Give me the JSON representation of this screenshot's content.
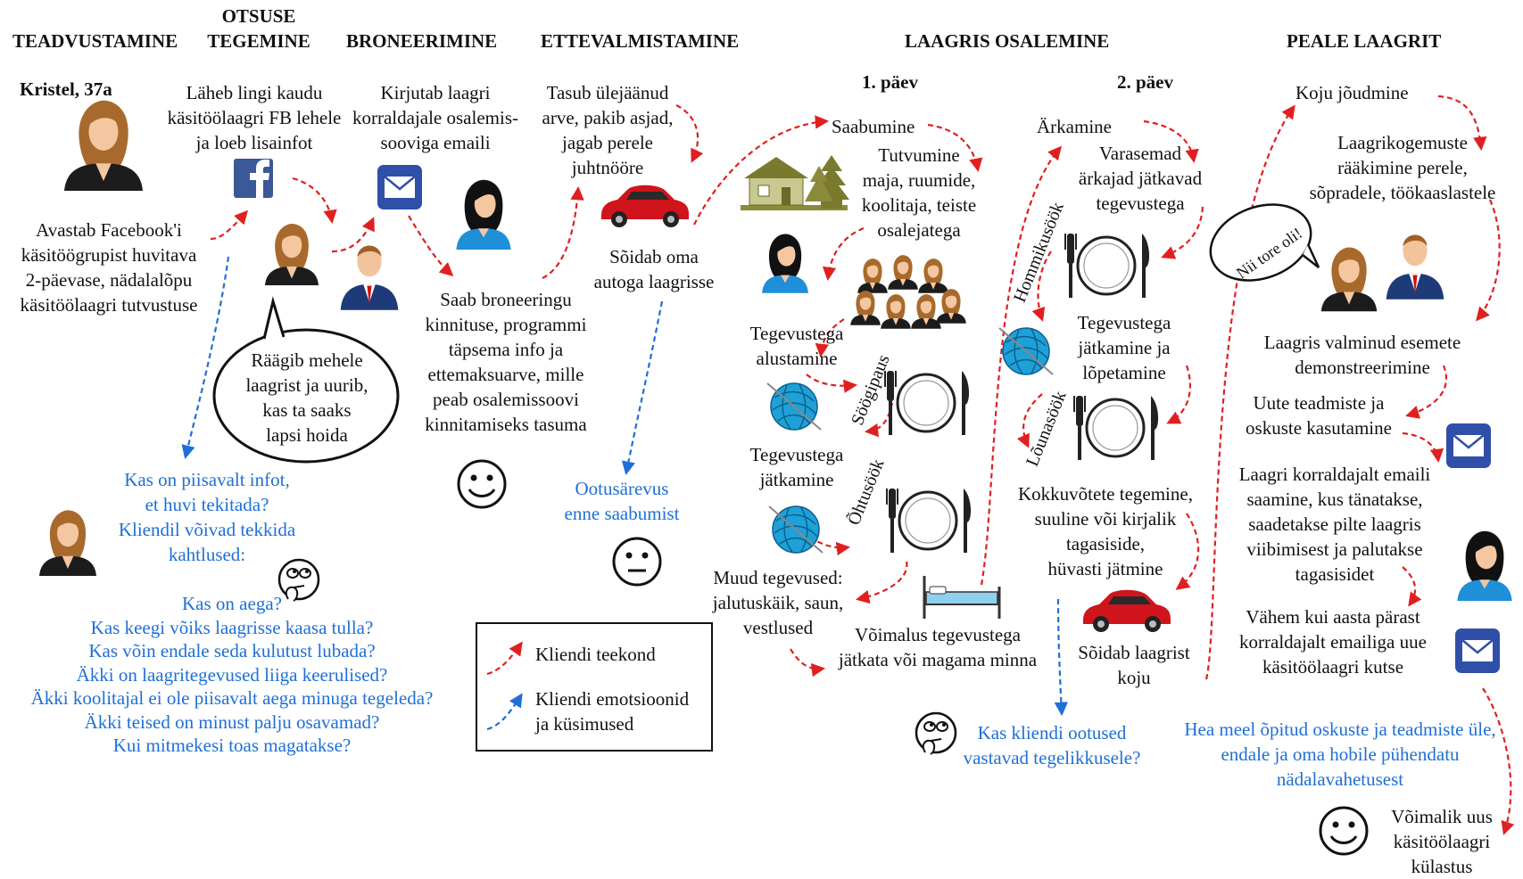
{
  "headers": {
    "awareness": "TEADVUSTAMINE",
    "decision_line1": "OTSUSE",
    "decision_line2": "TEGEMINE",
    "booking": "BRONEERIMINE",
    "preparation": "ETTEVALMISTAMINE",
    "camp": "LAAGRIS OSALEMINE",
    "after": "PEALE LAAGRIT",
    "day1": "1. päev",
    "day2": "2. päev"
  },
  "persona": "Kristel, 37a",
  "awareness": {
    "text": [
      "Avastab Facebook'i",
      "käsitöögrupist huvitava",
      "2-päevase, nädalalõpu",
      "käsitöölaagri tutvustuse"
    ],
    "questions_intro": [
      "Kas on piisavalt infot,",
      "et huvi tekitada?",
      "Kliendil võivad tekkida",
      "kahtlused:"
    ],
    "questions": [
      "Kas on aega?",
      "Kas keegi võiks laagrisse kaasa tulla?",
      "Kas võin endale seda kulutust lubada?",
      "Äkki on laagritegevused liiga keerulised?",
      "Äkki koolitajal ei ole piisavalt aega minuga tegeleda?",
      "Äkki teised on minust palju osavamad?",
      "Kui mitmekesi toas magatakse?"
    ]
  },
  "decision": {
    "text": [
      "Läheb lingi kaudu",
      "käsitöölaagri FB lehele",
      "ja loeb lisainfot"
    ],
    "bubble": [
      "Räägib mehele",
      "laagrist ja uurib,",
      "kas ta saaks",
      "lapsi hoida"
    ]
  },
  "booking": {
    "text": [
      "Kirjutab laagri",
      "korraldajale osalemis-",
      "sooviga emaili"
    ],
    "confirmation": [
      "Saab broneeringu",
      "kinnituse, programmi",
      "täpsema info ja",
      "ettemaksuarve, mille",
      "peab osalemissoovi",
      "kinnitamiseks tasuma"
    ]
  },
  "preparation": {
    "text": [
      "Tasub ülejäänud",
      "arve, pakib asjad,",
      "jagab perele",
      "juhtnööre"
    ],
    "drive": [
      "Sõidab oma",
      "autoga laagrisse"
    ],
    "emotion": [
      "Ootusärevus",
      "enne saabumist"
    ]
  },
  "day1": {
    "arrival": "Saabumine",
    "intro": [
      "Tutvumine",
      "maja, ruumide,",
      "koolitaja, teiste",
      "osalejatega"
    ],
    "start": [
      "Tegevustega",
      "alustamine"
    ],
    "lunch_break": "Söögipaus",
    "continue": [
      "Tegevustega",
      "jätkamine"
    ],
    "dinner": "Õhtusöök",
    "other": [
      "Muud tegevused:",
      "jalutuskäik, saun,",
      "vestlused"
    ],
    "night": [
      "Võimalus tegevustega",
      "jätkata või magama minna"
    ]
  },
  "day2": {
    "wake": "Ärkamine",
    "early": [
      "Varasemad",
      "ärkajad jätkavad",
      "tegevustega"
    ],
    "breakfast": "Hommikusöök",
    "finish": [
      "Tegevustega",
      "jätkamine ja",
      "lõpetamine"
    ],
    "lunch": "Lõunasöök",
    "summary": [
      "Kokkuvõtete tegemine,",
      "suuline või kirjalik",
      "tagasiside,",
      "hüvasti jätmine"
    ],
    "drive_home": [
      "Sõidab laagrist",
      "koju"
    ],
    "question": [
      "Kas kliendi ootused",
      "vastavad tegelikkusele?"
    ]
  },
  "after": {
    "home": "Koju jõudmine",
    "share": [
      "Laagrikogemuste",
      "rääkimine perele,",
      "sõpradele, töökaaslastele"
    ],
    "bubble": "Nii tore oli!",
    "demo": [
      "Laagris valminud esemete",
      "demonstreerimine"
    ],
    "use": [
      "Uute teadmiste ja",
      "oskuste kasutamine"
    ],
    "email": [
      "Laagri korraldajalt emaili",
      "saamine, kus tänatakse,",
      "saadetakse pilte laagris",
      "viibimisest ja palutakse",
      "tagasisidet"
    ],
    "invite": [
      "Vähem kui aasta pärast",
      "korraldajalt emailiga uue",
      "käsitöölaagri kutse"
    ],
    "feeling": [
      "Hea meel õpitud oskuste ja teadmiste üle,",
      "endale ja oma hobile pühendatu",
      "nädalavahetusest"
    ],
    "revisit": [
      "Võimalik uus",
      "käsitöölaagri",
      "külastus"
    ]
  },
  "legend": {
    "journey": "Kliendi teekond",
    "emotions": [
      "Kliendi emotsioonid",
      "ja küsimused"
    ]
  },
  "colors": {
    "journey": "#e02020",
    "emotions": "#1f6fd6",
    "facebook": "#3b5998",
    "email": "#2f4fa8",
    "car": "#d0141c",
    "yarn": "#1ea0d8"
  }
}
